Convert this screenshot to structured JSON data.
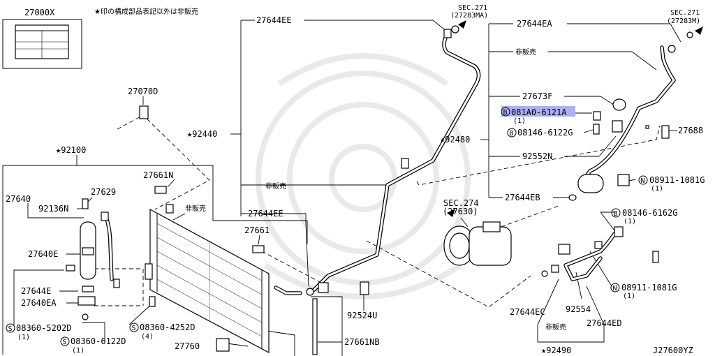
{
  "diagram": {
    "note": "★印の構成部品表記以外は非販売",
    "drawing_code": "J27600YZ",
    "labels": {
      "p27000x": "27000X",
      "p27644ee_top": "27644EE",
      "sec271_left": "SEC.271",
      "sec271_left_sub": "(27283MA)",
      "sec271_right": "SEC.271",
      "sec271_right_sub": "(27283M)",
      "p27644ea": "27644EA",
      "hihanbai_1": "非販売",
      "p27673f": "27673F",
      "p081a0": "081A0-6121A",
      "qty_081a0": "(1)",
      "p08146_6122g": "08146-6122G",
      "p27688": "27688",
      "p92480": "★92480",
      "p92552n": "92552N",
      "p08911_top": "08911-1081G",
      "qty_08911_top": "(1)",
      "p27644eb": "27644EB",
      "sec274": "SEC.274",
      "sec274_sub": "(27630)",
      "p08146_6162g": "08146-6162G",
      "qty_08146_6162g": "(1)",
      "p08911_bot": "08911-1081G",
      "qty_08911_bot": "(1)",
      "p27644ec": "27644EC",
      "p92554": "92554",
      "p27644ed": "27644ED",
      "hihanbai_4": "非販売",
      "p92490": "★92490",
      "p27070d": "27070D",
      "p92440": "★92440",
      "hihanbai_2": "非販売",
      "p27644ee_mid": "27644EE",
      "p92100": "★92100",
      "p27661n": "27661N",
      "hihanbai_3": "非販売",
      "p27661": "27661",
      "p27640": "27640",
      "p27629": "27629",
      "p92136n": "92136N",
      "p27640e": "27640E",
      "p27644e": "27644E",
      "p27640ea": "27640EA",
      "p08360_5202d": "08360-5202D",
      "qty_08360_5202d": "(1)",
      "p08360_6122d": "08360-6122D",
      "qty_08360_6122d": "(1)",
      "p08360_4252d": "08360-4252D",
      "qty_08360_4252d": "(4)",
      "p27760": "27760",
      "p27661nb": "27661NB",
      "p92524u": "92524U",
      "circ_b": "B",
      "circ_n": "N",
      "circ_s": "S"
    }
  },
  "colors": {
    "highlight": "#aab0f2",
    "ink": "#000000",
    "watermark": "#e9e9e9"
  }
}
